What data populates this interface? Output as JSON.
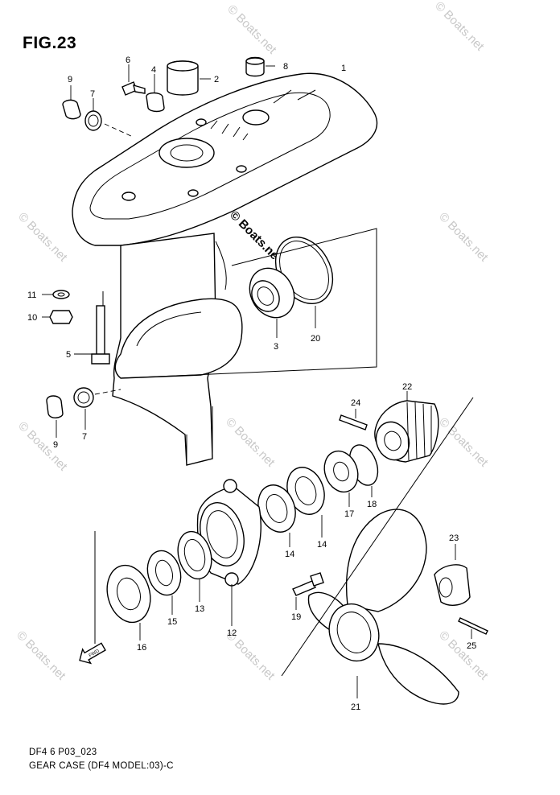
{
  "figure": {
    "title": "FIG.23",
    "code": "DF4 6 P03_023",
    "caption": "GEAR CASE (DF4 MODEL:03)-C"
  },
  "watermark": {
    "text": "© Boats.net",
    "main_text": "© Boats.net"
  },
  "fwd_label": "FWD",
  "parts": {
    "p1": "1",
    "p2": "2",
    "p3": "3",
    "p4": "4",
    "p5": "5",
    "p6": "6",
    "p7a": "7",
    "p7b": "7",
    "p8": "8",
    "p9a": "9",
    "p9b": "9",
    "p10": "10",
    "p11": "11",
    "p12": "12",
    "p13": "13",
    "p14a": "14",
    "p14b": "14",
    "p15": "15",
    "p16": "16",
    "p17": "17",
    "p18": "18",
    "p19": "19",
    "p20": "20",
    "p21": "21",
    "p22": "22",
    "p23": "23",
    "p24": "24",
    "p25": "25"
  }
}
